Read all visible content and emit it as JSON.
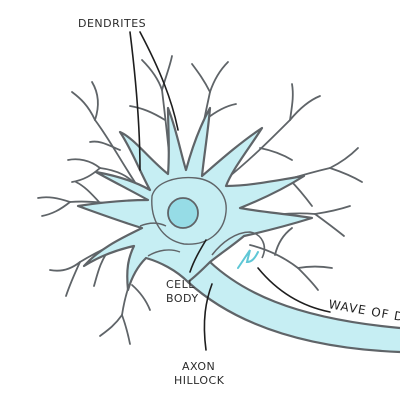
{
  "labels": {
    "dendrites": "DENDRITES",
    "cell_body_line1": "CELL",
    "cell_body_line2": "BODY",
    "axon_hillock_line1": "AXON",
    "axon_hillock_line2": "HILLOCK",
    "wave": "WAVE OF D"
  },
  "colors": {
    "cytoplasm": "#c6eef3",
    "nucleus": "#96dce6",
    "outline": "#5f6468",
    "ink": "#1e1e1e",
    "signal": "#5fc7d6"
  }
}
